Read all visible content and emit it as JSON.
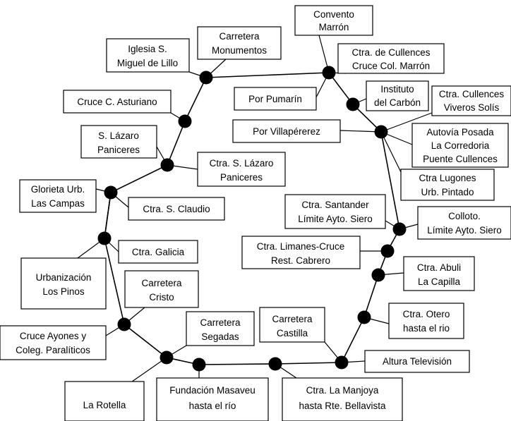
{
  "colors": {
    "line": "#000000",
    "node": "#000000",
    "box_fill": "#ffffff",
    "box_stroke": "#000000"
  },
  "labels": {
    "convento_marron": [
      "Convento",
      "Marrón"
    ],
    "carretera_monumentos": [
      "Carretera",
      "Monumentos"
    ],
    "iglesia_s_miguel": [
      "Iglesia S.",
      "Miguel de Lillo"
    ],
    "ctra_cullences_col_marron": [
      "Ctra. de Cullences",
      "Cruce Col. Marrón"
    ],
    "por_pumarin": [
      "Por Pumarín"
    ],
    "instituto_carbon": [
      "Instituto",
      "del Carbón"
    ],
    "ctra_cullences_viveros": [
      "Ctra. Cullences",
      "Viveros Solís"
    ],
    "cruce_c_asturiano": [
      "Cruce C. Asturiano"
    ],
    "por_villaperez": [
      "Por Villapérerez"
    ],
    "autovia_posada": [
      "Autovía Posada",
      "La Corredoria",
      "Puente Cullences"
    ],
    "s_lazaro_paniceres": [
      "S. Lázaro",
      "Paniceres"
    ],
    "ctra_s_lazaro_paniceres": [
      "Ctra. S. Lázaro",
      "Paniceres"
    ],
    "ctra_lugones": [
      "Ctra Lugones",
      "Urb. Pintado"
    ],
    "glorieta_las_campas": [
      "Glorieta Urb.",
      "Las Campas"
    ],
    "ctra_s_claudio": [
      "Ctra. S. Claudio"
    ],
    "ctra_santander": [
      "Ctra. Santander",
      "Límite Ayto. Siero"
    ],
    "colloto": [
      "Colloto.",
      "Límite Ayto. Siero"
    ],
    "ctra_limanes": [
      "Ctra. Limanes-Cruce",
      "Rest. Cabrero"
    ],
    "ctra_galicia": [
      "Ctra. Galicia"
    ],
    "ctra_abuli": [
      "Ctra. Abuli",
      "La Capilla"
    ],
    "urbanizacion_pinos": [
      "Urbanización",
      "Los Pinos"
    ],
    "carretera_cristo": [
      "Carretera",
      "Cristo"
    ],
    "ctra_otero": [
      "Ctra. Otero",
      "hasta el rio"
    ],
    "carretera_castilla": [
      "Carretera",
      "Castilla"
    ],
    "carretera_segadas": [
      "Carretera",
      "Segadas"
    ],
    "cruce_ayones": [
      "Cruce Ayones y",
      "Coleg. Paralíticos"
    ],
    "altura_television": [
      "Altura Televisión"
    ],
    "la_rotella": [
      "La Rotella"
    ],
    "fundacion_masaveu": [
      "Fundación Masaveu",
      "hasta el río"
    ],
    "ctra_la_manjoya": [
      "Ctra. La Manjoya",
      "hasta Rte. Bellavista"
    ]
  }
}
